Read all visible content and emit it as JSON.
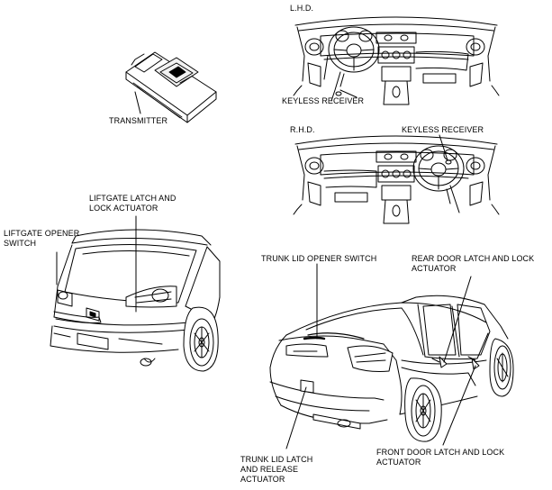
{
  "views": {
    "lhd": "L.H.D.",
    "rhd": "R.H.D."
  },
  "labels": {
    "keyless_receiver_lhd": "KEYLESS RECEIVER",
    "keyless_receiver_rhd": "KEYLESS RECEIVER",
    "transmitter": "TRANSMITTER",
    "liftgate_latch": [
      "LIFTGATE LATCH AND",
      "LOCK ACTUATOR"
    ],
    "liftgate_opener": [
      "LIFTGATE OPENER",
      "SWITCH"
    ],
    "trunk_lid_opener": "TRUNK LID OPENER SWITCH",
    "rear_door_latch": [
      "REAR DOOR LATCH AND LOCK",
      "ACTUATOR"
    ],
    "trunk_lid_latch": [
      "TRUNK LID LATCH",
      "AND RELEASE",
      "ACTUATOR"
    ],
    "front_door_latch": [
      "FRONT DOOR LATCH AND LOCK",
      "ACTUATOR"
    ]
  }
}
